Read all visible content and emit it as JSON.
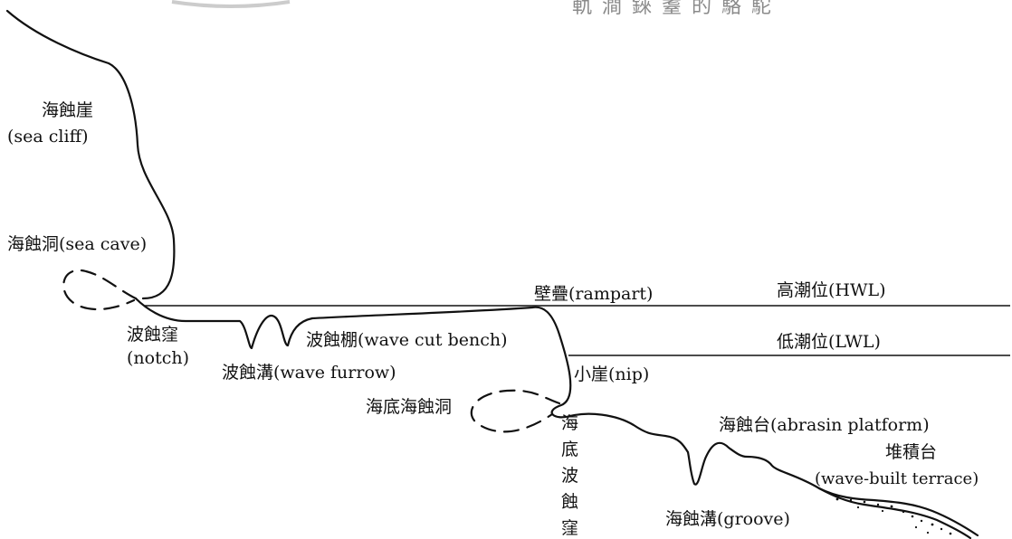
{
  "header_text": "軌 澗 錸 耋 的 駱 駝",
  "labels": {
    "sea_cliff_cn": "海蝕崖",
    "sea_cliff_en": "(sea cliff)",
    "sea_cave": "海蝕洞(sea cave)",
    "notch_cn": "波蝕窪",
    "notch_en": "(notch)",
    "wave_furrow": "波蝕溝(wave furrow)",
    "wave_cut_bench": "波蝕棚(wave cut bench)",
    "rampart": "壁疊(rampart)",
    "hwl": "高潮位(HWL)",
    "lwl": "低潮位(LWL)",
    "nip": "小崖(nip)",
    "submarine_cave": "海底海蝕洞",
    "submarine_notch_chars": [
      "海",
      "底",
      "波",
      "蝕",
      "窪"
    ],
    "abrasion_platform": "海蝕台(abrasin platform)",
    "wave_built_terrace_cn": "堆積台",
    "wave_built_terrace_en": "(wave-built terrace)",
    "groove": "海蝕溝(groove)"
  },
  "colors": {
    "ink": "#111111",
    "background": "#ffffff"
  }
}
